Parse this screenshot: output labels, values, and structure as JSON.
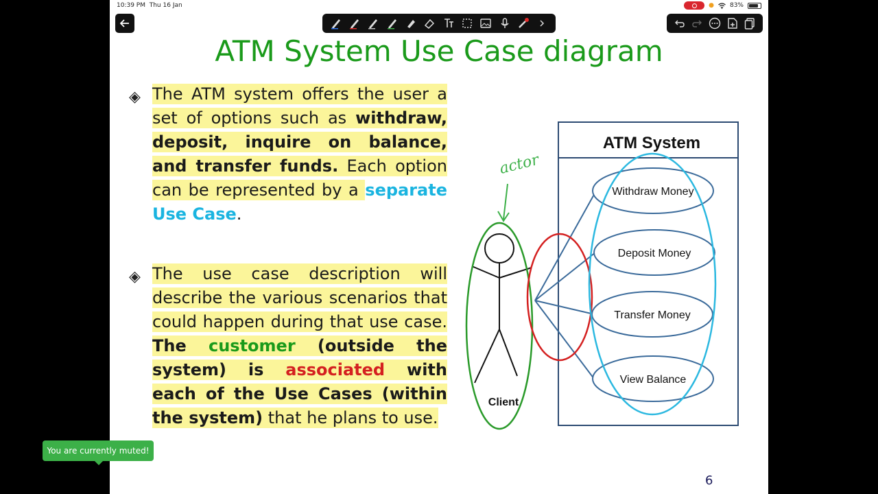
{
  "status_bar": {
    "time": "10:39 PM",
    "date": "Thu 16 Jan",
    "battery": "83%",
    "battery_level": 0.83
  },
  "toolbar": {
    "back_icon": "back-arrow-icon",
    "tools": [
      "pen-icon",
      "pen-icon",
      "pen-icon",
      "highlighter-icon",
      "highlighter-icon",
      "eraser-icon",
      "text-icon",
      "shape-select-icon",
      "image-icon",
      "microphone-icon",
      "laser-pointer-icon",
      "chevron-right-icon"
    ],
    "right_tools": [
      "undo-icon",
      "redo-icon",
      "more-icon",
      "add-page-icon",
      "pages-icon"
    ]
  },
  "slide": {
    "title": "ATM System Use Case diagram",
    "para1": {
      "t1": "The ATM system offers the user a set of options such as ",
      "t2": "withdraw, deposit, inquire on balance, and transfer funds.",
      "t3": " Each option can be represented by a ",
      "t4": "separate Use Case",
      "t5": "."
    },
    "para2": {
      "t1": "The use case description will describe the various scenarios that could happen during that use case. ",
      "t2": "The",
      "t3": " customer",
      "t4": " (outside the system) is ",
      "t5": "associated",
      "t6": " with each of the Use Cases (within the system)",
      "t7": " that he plans to use."
    },
    "diagram": {
      "system_label": "ATM System",
      "actor_annotation": "actor",
      "actor_label": "Client",
      "use_cases": [
        "Withdraw Money",
        "Deposit Money",
        "Transfer Money",
        "View Balance"
      ]
    },
    "page_number": "6"
  },
  "toast": {
    "text": "You are currently muted!"
  }
}
